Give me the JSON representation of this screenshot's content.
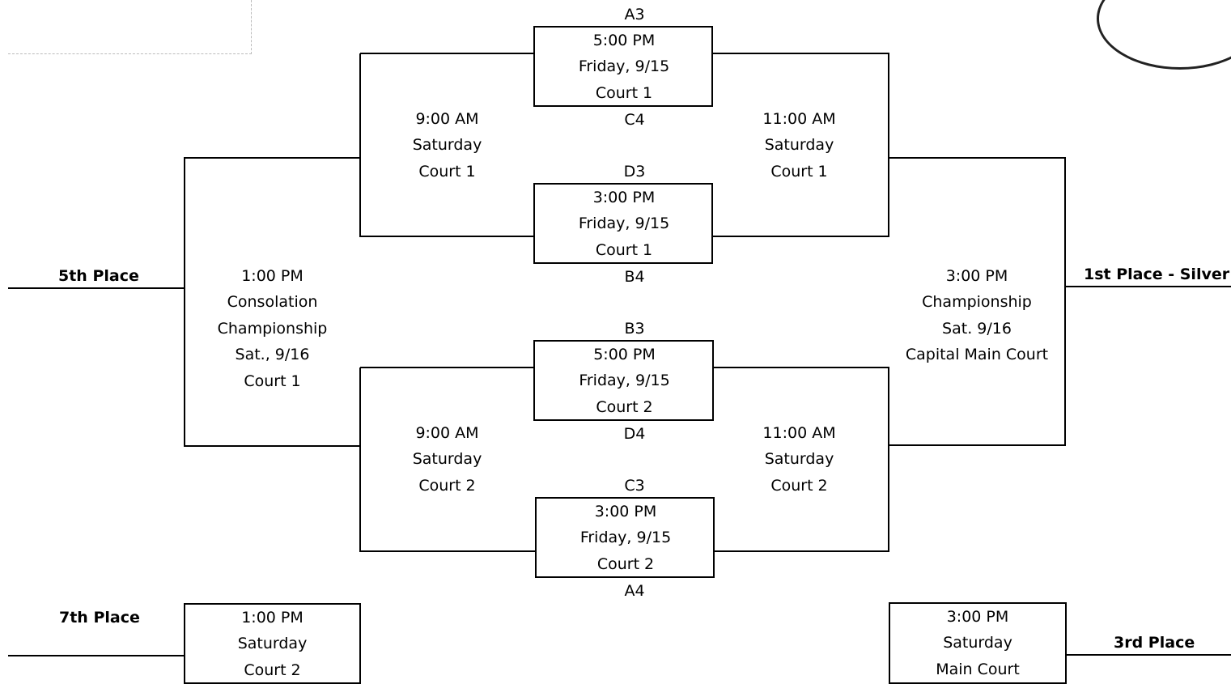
{
  "seeds": {
    "a3": "A3",
    "c4": "C4",
    "d3": "D3",
    "b4": "B4",
    "b3": "B3",
    "d4": "D4",
    "c3": "C3",
    "a4": "A4"
  },
  "games": {
    "top_first": {
      "time": "5:00 PM",
      "day": "Friday, 9/15",
      "court": "Court 1"
    },
    "top_second": {
      "time": "3:00 PM",
      "day": "Friday, 9/15",
      "court": "Court 1"
    },
    "bottom_first": {
      "time": "5:00 PM",
      "day": "Friday, 9/15",
      "court": "Court 2"
    },
    "bottom_second": {
      "time": "3:00 PM",
      "day": "Friday, 9/15",
      "court": "Court 2"
    },
    "semi_top_left": {
      "time": "9:00 AM",
      "day": "Saturday",
      "court": "Court 1"
    },
    "semi_top_right": {
      "time": "11:00 AM",
      "day": "Saturday",
      "court": "Court 1"
    },
    "semi_bottom_left": {
      "time": "9:00 AM",
      "day": "Saturday",
      "court": "Court 2"
    },
    "semi_bottom_right": {
      "time": "11:00 AM",
      "day": "Saturday",
      "court": "Court 2"
    },
    "consolation": {
      "time": "1:00 PM",
      "title": "Consolation",
      "title2": "Championship",
      "day": "Sat., 9/16",
      "court": "Court 1"
    },
    "championship": {
      "time": "3:00 PM",
      "title": "Championship",
      "day": "Sat. 9/16",
      "court": "Capital Main Court"
    },
    "seventh": {
      "time": "1:00 PM",
      "day": "Saturday",
      "court": "Court 2"
    },
    "third": {
      "time": "3:00 PM",
      "day": "Saturday",
      "court": "Main Court"
    }
  },
  "places": {
    "fifth": "5th Place",
    "first": "1st Place - Silver",
    "seventh": "7th Place",
    "third": "3rd Place"
  }
}
